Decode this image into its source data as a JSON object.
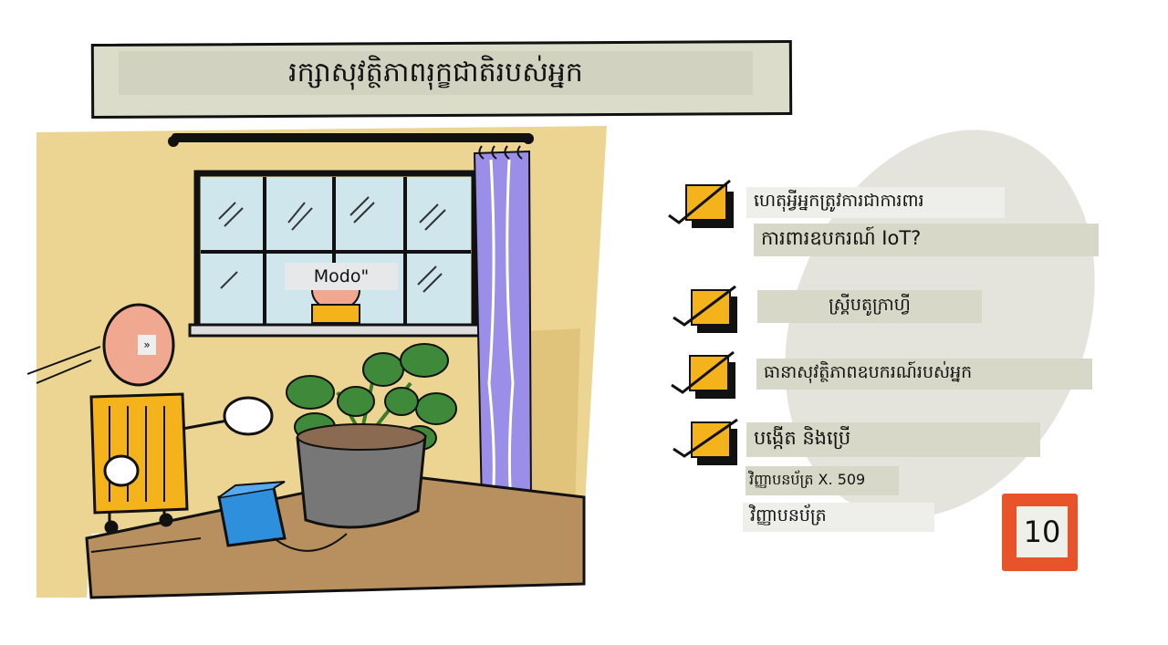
{
  "title": "រក្សាសុវត្ថិភាពរុក្ខជាតិរបស់អ្នក",
  "illustration": {
    "window_label": "Modo\"",
    "head_mark": "»"
  },
  "checklist": {
    "item1_line1": "ហេតុអ្វីអ្នកត្រូវការជាការពារ",
    "item1_line2": "ការពារឧបករណ៍ IoT?",
    "item2": "ស្គ្រីបតូក្រាហ្វី",
    "item3": "ធានាសុវត្ថិភាពឧបករណ៍របស់អ្នក",
    "item4": "បង្កើត និងប្រើ",
    "sub1": "វិញ្ញាបនប័ត្រ X. 509",
    "sub2": "វិញ្ញាបនប័ត្រ"
  },
  "lesson_number": "10",
  "colors": {
    "accent_orange": "#e8532a",
    "check_yellow": "#f4b21b",
    "wall": "#ecd593",
    "table": "#b89060",
    "curtain": "#9a8ee8"
  }
}
